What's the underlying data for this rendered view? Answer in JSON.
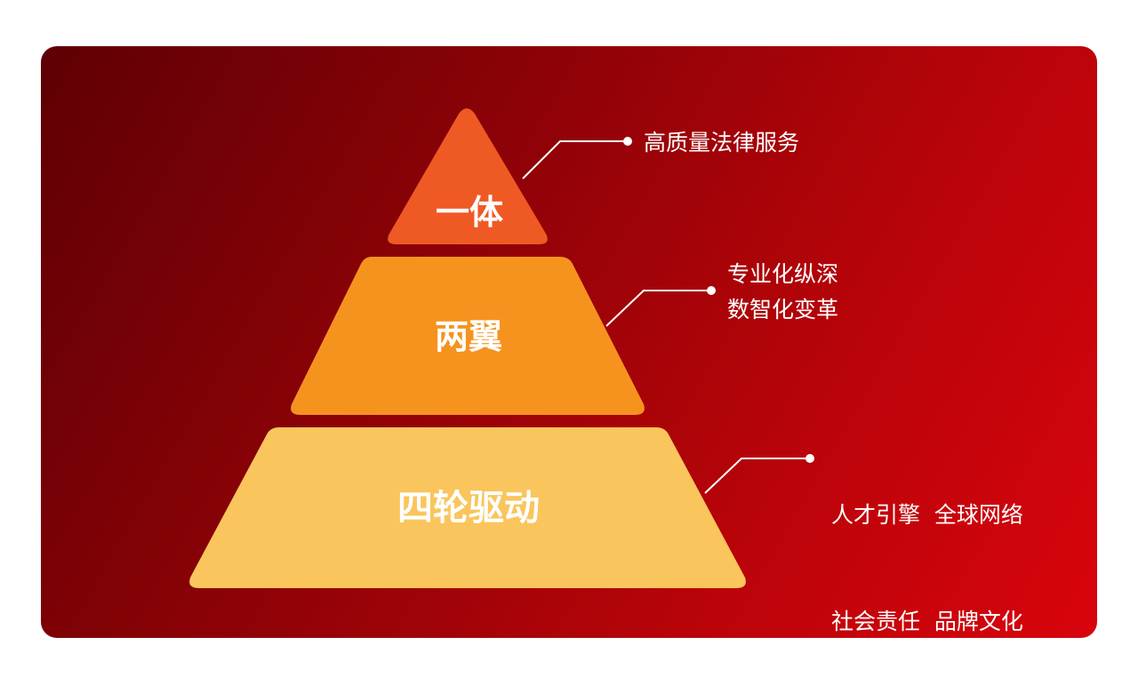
{
  "colors": {
    "background_dark": "#5e0004",
    "background_light": "#d9040d",
    "tier_top": "#ef5a24",
    "tier_middle": "#f6931e",
    "tier_bottom": "#f9c55c",
    "text": "#ffffff"
  },
  "pyramid": {
    "tiers": [
      {
        "label": "一体"
      },
      {
        "label": "两翼"
      },
      {
        "label": "四轮驱动"
      }
    ]
  },
  "callouts": [
    {
      "lines": [
        "高质量法律服务"
      ]
    },
    {
      "lines": [
        "专业化纵深",
        "数智化变革"
      ]
    },
    {
      "lines": [
        "人才引擎  全球网络",
        "社会责任  品牌文化"
      ]
    }
  ]
}
